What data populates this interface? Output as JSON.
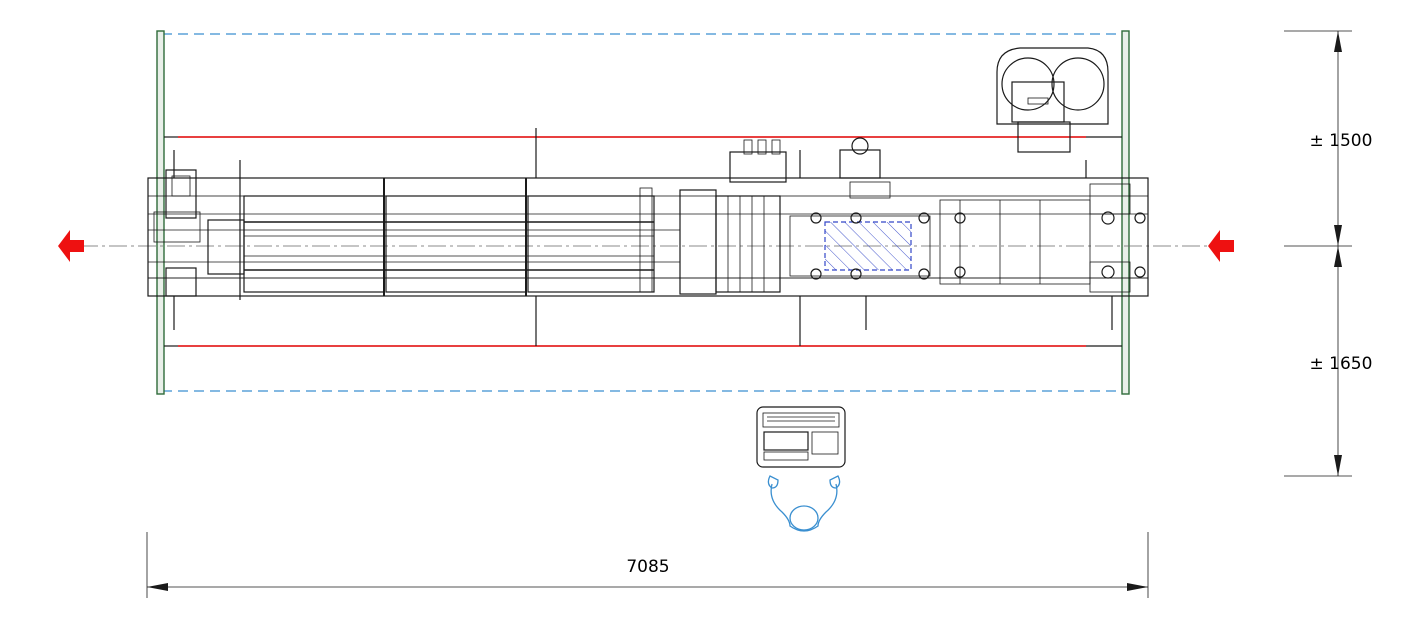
{
  "dimensions": {
    "overall_length": "7085",
    "upper_width": "± 1500",
    "lower_width": "± 1650"
  },
  "colors": {
    "fence_line": "#e00000",
    "guard_dashed": "#3a8fd0",
    "flow_arrow": "#ee1111",
    "operator": "#3a8fd0",
    "frame_post": "#2f6b3a",
    "hatch_zone": "#3346c8",
    "linework": "#1a1a1a"
  },
  "icons": {
    "flow_in": "arrow-left-icon",
    "flow_out": "arrow-left-icon",
    "operator": "operator-figure-icon",
    "control_panel": "control-panel-icon",
    "film_reel": "film-reel-icon"
  }
}
